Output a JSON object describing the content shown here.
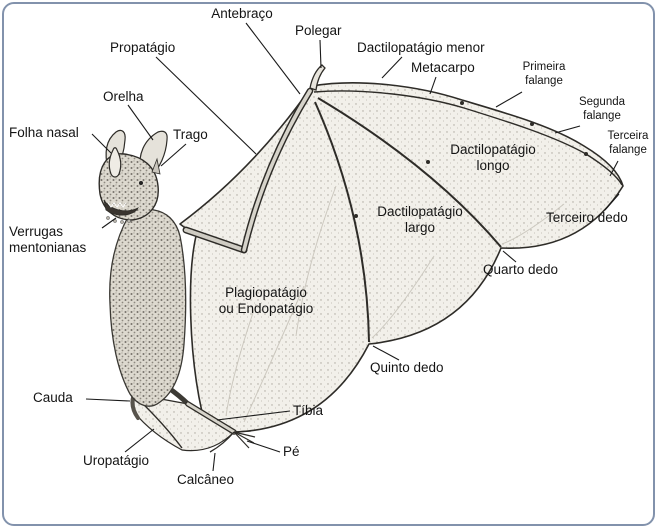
{
  "diagram": {
    "labels": {
      "antebraco": "Antebraço",
      "polegar": "Polegar",
      "propatagio": "Propatágio",
      "dactilopatagio_menor": "Dactilopatágio menor",
      "metacarpo": "Metacarpo",
      "primeira_falange": "Primeira falange",
      "orelha": "Orelha",
      "segunda_falange": "Segunda falange",
      "folha_nasal": "Folha nasal",
      "trago": "Trago",
      "terceira_falange": "Terceira falange",
      "dactilopatagio_longo": "Dactilopatágio longo",
      "terceiro_dedo": "Terceiro dedo",
      "verrugas_mentonianas": "Verrugas mentonianas",
      "dactilopatagio_largo": "Dactilopatágio largo",
      "quarto_dedo": "Quarto dedo",
      "plagiopatagio": "Plagiopatágio ou Endopatágio",
      "quinto_dedo": "Quinto dedo",
      "cauda": "Cauda",
      "tibia": "Tíbia",
      "uropatagio": "Uropatágio",
      "calcaneo": "Calcâneo",
      "pe": "Pé"
    },
    "colors": {
      "frame_border": "#8292ac",
      "background": "#ffffff",
      "ink": "#2e2c28",
      "membrane": "#f2f0ea",
      "fur": "#ddd9cf",
      "leader_line": "#1a1a1a"
    }
  }
}
